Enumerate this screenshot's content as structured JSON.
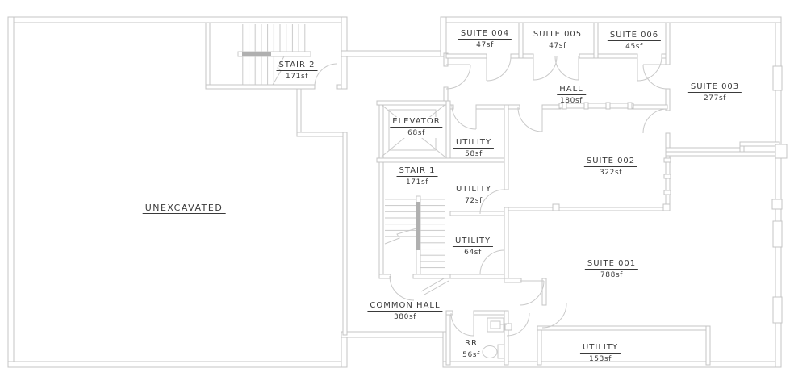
{
  "drawing": {
    "type": "basement-floor-plan",
    "colors": {
      "wall": "#c4c4c4",
      "wall_dark": "#b0b0b0",
      "fixture": "#c9c9c9",
      "text": "#3a3a3a",
      "background": "#ffffff"
    }
  },
  "rooms": [
    {
      "id": "stair-2",
      "name": "STAIR 2",
      "area": "171sf"
    },
    {
      "id": "suite-004",
      "name": "SUITE 004",
      "area": "47sf"
    },
    {
      "id": "suite-005",
      "name": "SUITE 005",
      "area": "47sf"
    },
    {
      "id": "suite-006",
      "name": "SUITE 006",
      "area": "45sf"
    },
    {
      "id": "hall",
      "name": "HALL",
      "area": "180sf"
    },
    {
      "id": "suite-003",
      "name": "SUITE 003",
      "area": "277sf"
    },
    {
      "id": "elevator",
      "name": "ELEVATOR",
      "area": "68sf"
    },
    {
      "id": "utility-58",
      "name": "UTILITY",
      "area": "58sf"
    },
    {
      "id": "stair-1",
      "name": "STAIR 1",
      "area": "171sf"
    },
    {
      "id": "utility-72",
      "name": "UTILITY",
      "area": "72sf"
    },
    {
      "id": "suite-002",
      "name": "SUITE 002",
      "area": "322sf"
    },
    {
      "id": "utility-64",
      "name": "UTILITY",
      "area": "64sf"
    },
    {
      "id": "suite-001",
      "name": "SUITE 001",
      "area": "788sf"
    },
    {
      "id": "unexcavated",
      "name": "UNEXCAVATED",
      "area": ""
    },
    {
      "id": "common-hall",
      "name": "COMMON HALL",
      "area": "380sf"
    },
    {
      "id": "restroom",
      "name": "RR",
      "area": "56sf"
    },
    {
      "id": "utility-153",
      "name": "UTILITY",
      "area": "153sf"
    }
  ]
}
